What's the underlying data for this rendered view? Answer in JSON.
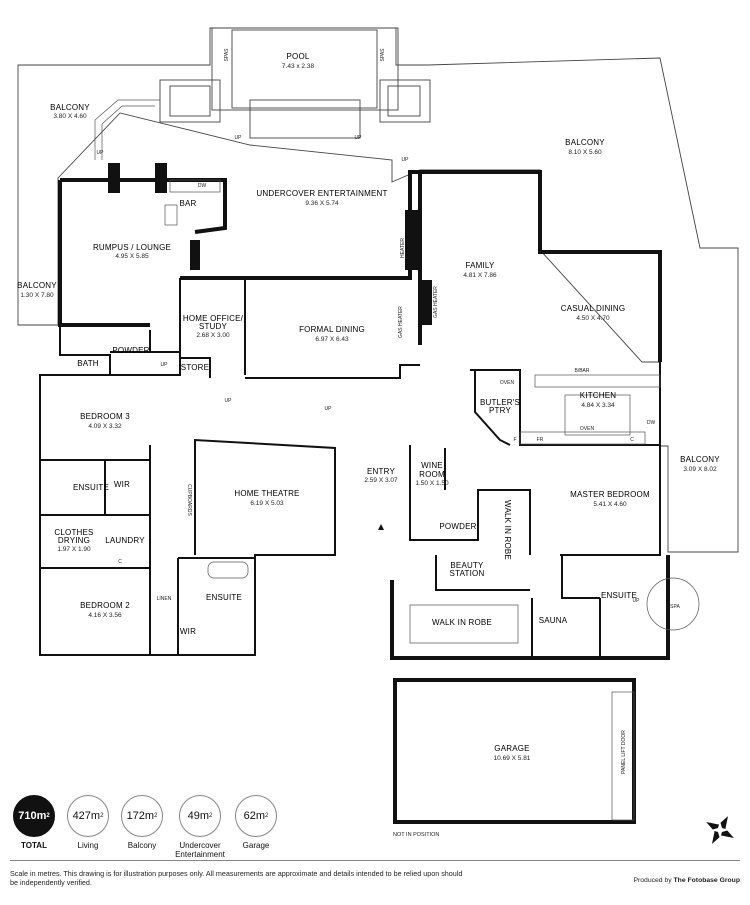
{
  "rooms": {
    "pool": {
      "name": "POOL",
      "dims": "7.43 x 2.38"
    },
    "balcony_nw": {
      "name": "BALCONY",
      "dims": "3.80 X 4.60"
    },
    "balcony_ne": {
      "name": "BALCONY",
      "dims": "8.10 X 5.60"
    },
    "undercover": {
      "name": "UNDERCOVER ENTERTAINMENT",
      "dims": "9.36 X 5.74"
    },
    "bar": {
      "name": "BAR"
    },
    "rumpus": {
      "name": "RUMPUS / LOUNGE",
      "dims": "4.95 X 5.85"
    },
    "balcony_w": {
      "name": "BALCONY",
      "dims": "1.30 X 7.80"
    },
    "family": {
      "name": "FAMILY",
      "dims": "4.81 X 7.86"
    },
    "casual_dining": {
      "name": "CASUAL DINING",
      "dims": "4.50 X 4.70"
    },
    "office": {
      "name": "HOME OFFICE/\nSTUDY",
      "name1": "HOME OFFICE/",
      "name2": "STUDY",
      "dims": "2.68 X 3.00"
    },
    "formal_dining": {
      "name": "FORMAL DINING",
      "dims": "6.97 X 6.43"
    },
    "bath": {
      "name": "BATH"
    },
    "powder_w": {
      "name": "POWDER"
    },
    "store": {
      "name": "STORE"
    },
    "kitchen": {
      "name": "KITCHEN",
      "dims": "4.84 X 3.34"
    },
    "butlers": {
      "name1": "BUTLER'S",
      "name2": "PTRY"
    },
    "bedroom3": {
      "name": "BEDROOM 3",
      "dims": "4.09 X 3.32"
    },
    "balcony_e": {
      "name": "BALCONY",
      "dims": "3.09 X 8.02"
    },
    "wine": {
      "name1": "WINE",
      "name2": "ROOM",
      "dims": "1.50 X 1.50"
    },
    "entry": {
      "name": "ENTRY",
      "dims": "2.59 X 3.07"
    },
    "home_theatre": {
      "name": "HOME THEATRE",
      "dims": "6.19 X 5.03"
    },
    "ensuite_w": {
      "name": "ENSUITE"
    },
    "wir_w": {
      "name": "WIR"
    },
    "master": {
      "name": "MASTER BEDROOM",
      "dims": "5.41 X 4.60"
    },
    "powder_e": {
      "name": "POWDER"
    },
    "walk_in_robe_v": {
      "name": "WALK IN ROBE"
    },
    "clothes": {
      "name1": "CLOTHES",
      "name2": "DRYING",
      "dims": "1.97 X 1.90"
    },
    "laundry": {
      "name": "LAUNDRY"
    },
    "beauty": {
      "name1": "BEAUTY",
      "name2": "STATION"
    },
    "ensuite_e": {
      "name": "ENSUITE"
    },
    "bedroom2": {
      "name": "BEDROOM 2",
      "dims": "4.16 X 3.56"
    },
    "ensuite_s": {
      "name": "ENSUITE"
    },
    "wir_s": {
      "name": "WIR"
    },
    "linen": {
      "name": "LINEN"
    },
    "walk_in_robe": {
      "name": "WALK IN ROBE"
    },
    "sauna": {
      "name": "SAUNA"
    },
    "garage": {
      "name": "GARAGE",
      "dims": "10.69 X 5.81"
    }
  },
  "annotations": {
    "spas": "SPAS",
    "up": "UP",
    "dw": "DW",
    "heater": "HEATER",
    "gas_heater": "GAS HEATER",
    "bbar": "B/BAR",
    "oven": "OVEN",
    "fr": "FR",
    "f": "F",
    "c": "C",
    "cupboards": "CUPBOARDS",
    "spa": "SPA",
    "panel_lift_door": "PANEL LIFT DOOR",
    "not_in_position": "NOT IN POSITION"
  },
  "legend": [
    {
      "value": "710m",
      "label": "TOTAL",
      "total": true
    },
    {
      "value": "427m",
      "label": "Living",
      "total": false
    },
    {
      "value": "172m",
      "label": "Balcony",
      "total": false
    },
    {
      "value": "49m",
      "label": "Undercover\nEntertainment",
      "label1": "Undercover",
      "label2": "Entertainment",
      "total": false
    },
    {
      "value": "62m",
      "label": "Garage",
      "total": false
    }
  ],
  "footer": {
    "disclaimer": "Scale in metres. This drawing is for illustration purposes only. All measurements are approximate and details intended to be relied upon should be independently verified.",
    "producer_prefix": "Produced by ",
    "producer_name": "The Fotobase Group"
  }
}
